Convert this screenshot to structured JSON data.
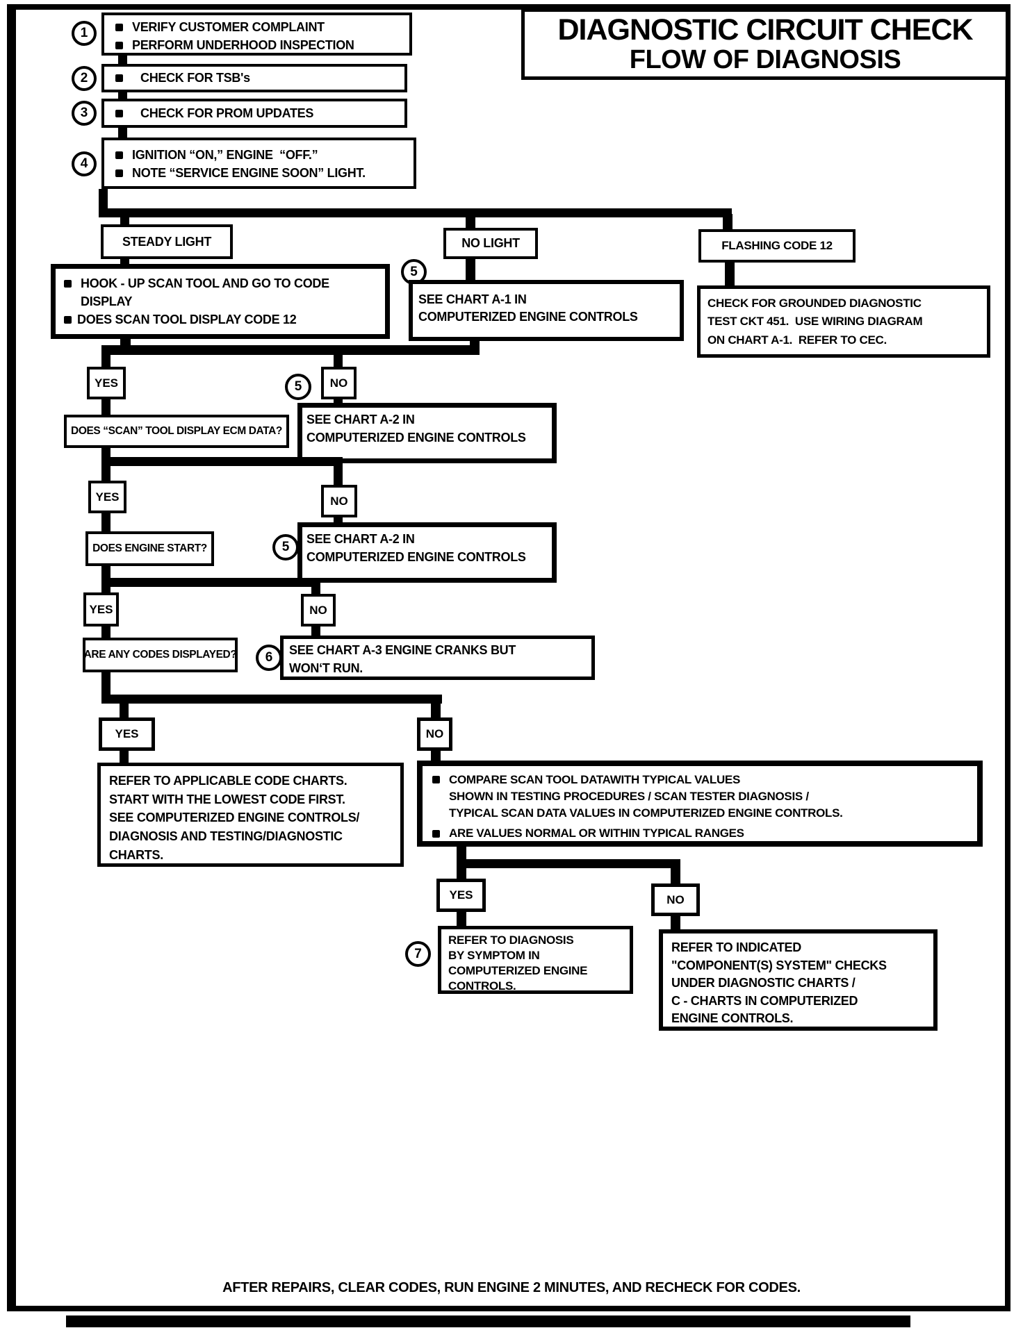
{
  "colors": {
    "ink": "#000000",
    "paper": "#ffffff"
  },
  "title": {
    "line1": "DIAGNOSTIC CIRCUIT CHECK",
    "line2": "FLOW OF DIAGNOSIS"
  },
  "steps": [
    {
      "num": "1",
      "lines": [
        "VERIFY CUSTOMER COMPLAINT",
        "PERFORM UNDERHOOD INSPECTION"
      ]
    },
    {
      "num": "2",
      "lines": [
        "CHECK FOR TSB's"
      ]
    },
    {
      "num": "3",
      "lines": [
        "CHECK FOR PROM UPDATES"
      ]
    },
    {
      "num": "4",
      "lines": [
        "IGNITION “ON,” ENGINE  “OFF.”",
        "NOTE “SERVICE ENGINE SOON” LIGHT."
      ]
    }
  ],
  "labels": {
    "yes": "YES",
    "no": "NO"
  },
  "light_branches": {
    "steady": "STEADY LIGHT",
    "none": "NO LIGHT",
    "flashing": "FLASHING CODE 12"
  },
  "hookup": {
    "line1": "HOOK - UP SCAN TOOL AND GO TO CODE",
    "line2": "DISPLAY",
    "line3": "DOES SCAN TOOL DISPLAY CODE 12"
  },
  "chart_a1": {
    "ref": "5",
    "line1": "SEE CHART A-1 IN",
    "line2": "COMPUTERIZED ENGINE CONTROLS"
  },
  "grounded": {
    "line1": "CHECK FOR GROUNDED DIAGNOSTIC",
    "line2": "TEST CKT 451.  USE WIRING DIAGRAM",
    "line3": "ON CHART A-1.  REFER TO CEC."
  },
  "questions": {
    "ecm": "DOES “SCAN” TOOL DISPLAY ECM DATA?",
    "engine_start": "DOES ENGINE START?",
    "codes": "ARE ANY CODES DISPLAYED?"
  },
  "chart_a2": {
    "ref": "5",
    "line1": "SEE CHART A-2 IN",
    "line2": "COMPUTERIZED ENGINE CONTROLS"
  },
  "chart_a3": {
    "ref": "6",
    "line1": "SEE CHART A-3 ENGINE CRANKS BUT",
    "line2": "WON‘T RUN."
  },
  "code_charts": {
    "lines": [
      "REFER TO APPLICABLE CODE CHARTS.",
      "START WITH THE LOWEST CODE FIRST.",
      "SEE COMPUTERIZED ENGINE CONTROLS/",
      "DIAGNOSIS AND TESTING/DIAGNOSTIC",
      "CHARTS."
    ]
  },
  "compare": {
    "b1_line1": "COMPARE SCAN TOOL DATAWITH TYPICAL VALUES",
    "b1_line2": "SHOWN IN TESTING PROCEDURES / SCAN TESTER DIAGNOSIS /",
    "b1_line3": "TYPICAL SCAN DATA VALUES IN COMPUTERIZED ENGINE CONTROLS.",
    "b2": "ARE VALUES NORMAL OR WITHIN TYPICAL RANGES"
  },
  "symptom": {
    "ref": "7",
    "lines": [
      "REFER TO DIAGNOSIS",
      "BY SYMPTOM IN",
      "COMPUTERIZED ENGINE",
      "CONTROLS."
    ]
  },
  "component": {
    "lines": [
      "REFER TO INDICATED",
      "\"COMPONENT(S) SYSTEM\" CHECKS",
      "UNDER DIAGNOSTIC CHARTS /",
      "C - CHARTS IN COMPUTERIZED",
      "ENGINE CONTROLS."
    ]
  },
  "footer": "AFTER REPAIRS, CLEAR CODES, RUN ENGINE 2 MINUTES, AND RECHECK FOR CODES."
}
